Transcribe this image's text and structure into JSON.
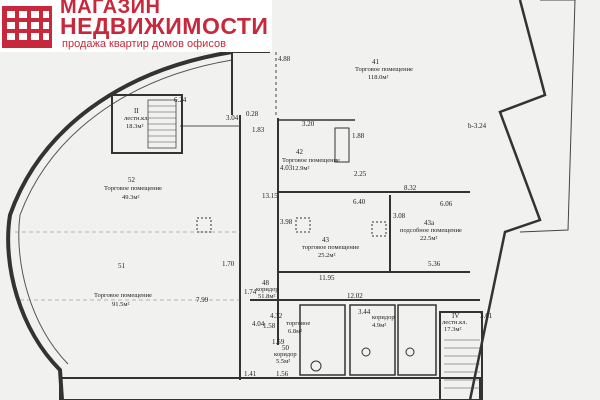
{
  "brand": {
    "line1": "МАГАЗИН",
    "line2": "НЕДВИЖИМОСТИ",
    "tagline": "продажа квартир домов офисов",
    "color": "#c8283c"
  },
  "rooms": [
    {
      "num": "41",
      "name": "Торговое помещение",
      "area": "118.0м²"
    },
    {
      "num": "42",
      "name": "Торговое помещение",
      "area": "12.9м²"
    },
    {
      "num": "43",
      "name": "торговое помещение",
      "area": "25.2м²"
    },
    {
      "num": "43а",
      "name": "подсобное помещение",
      "area": "22.5м²"
    },
    {
      "num": "52",
      "name": "Торговое помещение",
      "area": "49.3м²"
    },
    {
      "num": "51",
      "name": "Торговое помещение",
      "area": "91.5м²"
    },
    {
      "num": "II",
      "name": "лестн.кл.",
      "area": "18.3м²"
    },
    {
      "num": "IV",
      "name": "лестн.кл.",
      "area": "17.3м²"
    },
    {
      "num": "48",
      "name": "коридор",
      "area": "51.8м²"
    },
    {
      "num": "",
      "name": "торговое",
      "area": "6.8м²"
    },
    {
      "num": "",
      "name": "коридор",
      "area": "4.9м²"
    },
    {
      "num": "50",
      "name": "коридор",
      "area": "5.5м²"
    }
  ],
  "dimensions": [
    "b-3.24",
    "8.32",
    "6.06",
    "6.40",
    "5.36",
    "11.95",
    "12.02",
    "1.70",
    "1.74",
    "7.99",
    "4.88",
    "6.24",
    "3.04",
    "1.83",
    "3.20",
    "1.88",
    "2.25",
    "13.15",
    "3.98",
    "4.03",
    "3.08",
    "1.59",
    "1.41",
    "1.56",
    "4.32",
    "1.58",
    "3.44",
    "3.61",
    "4.04",
    "0.28"
  ]
}
